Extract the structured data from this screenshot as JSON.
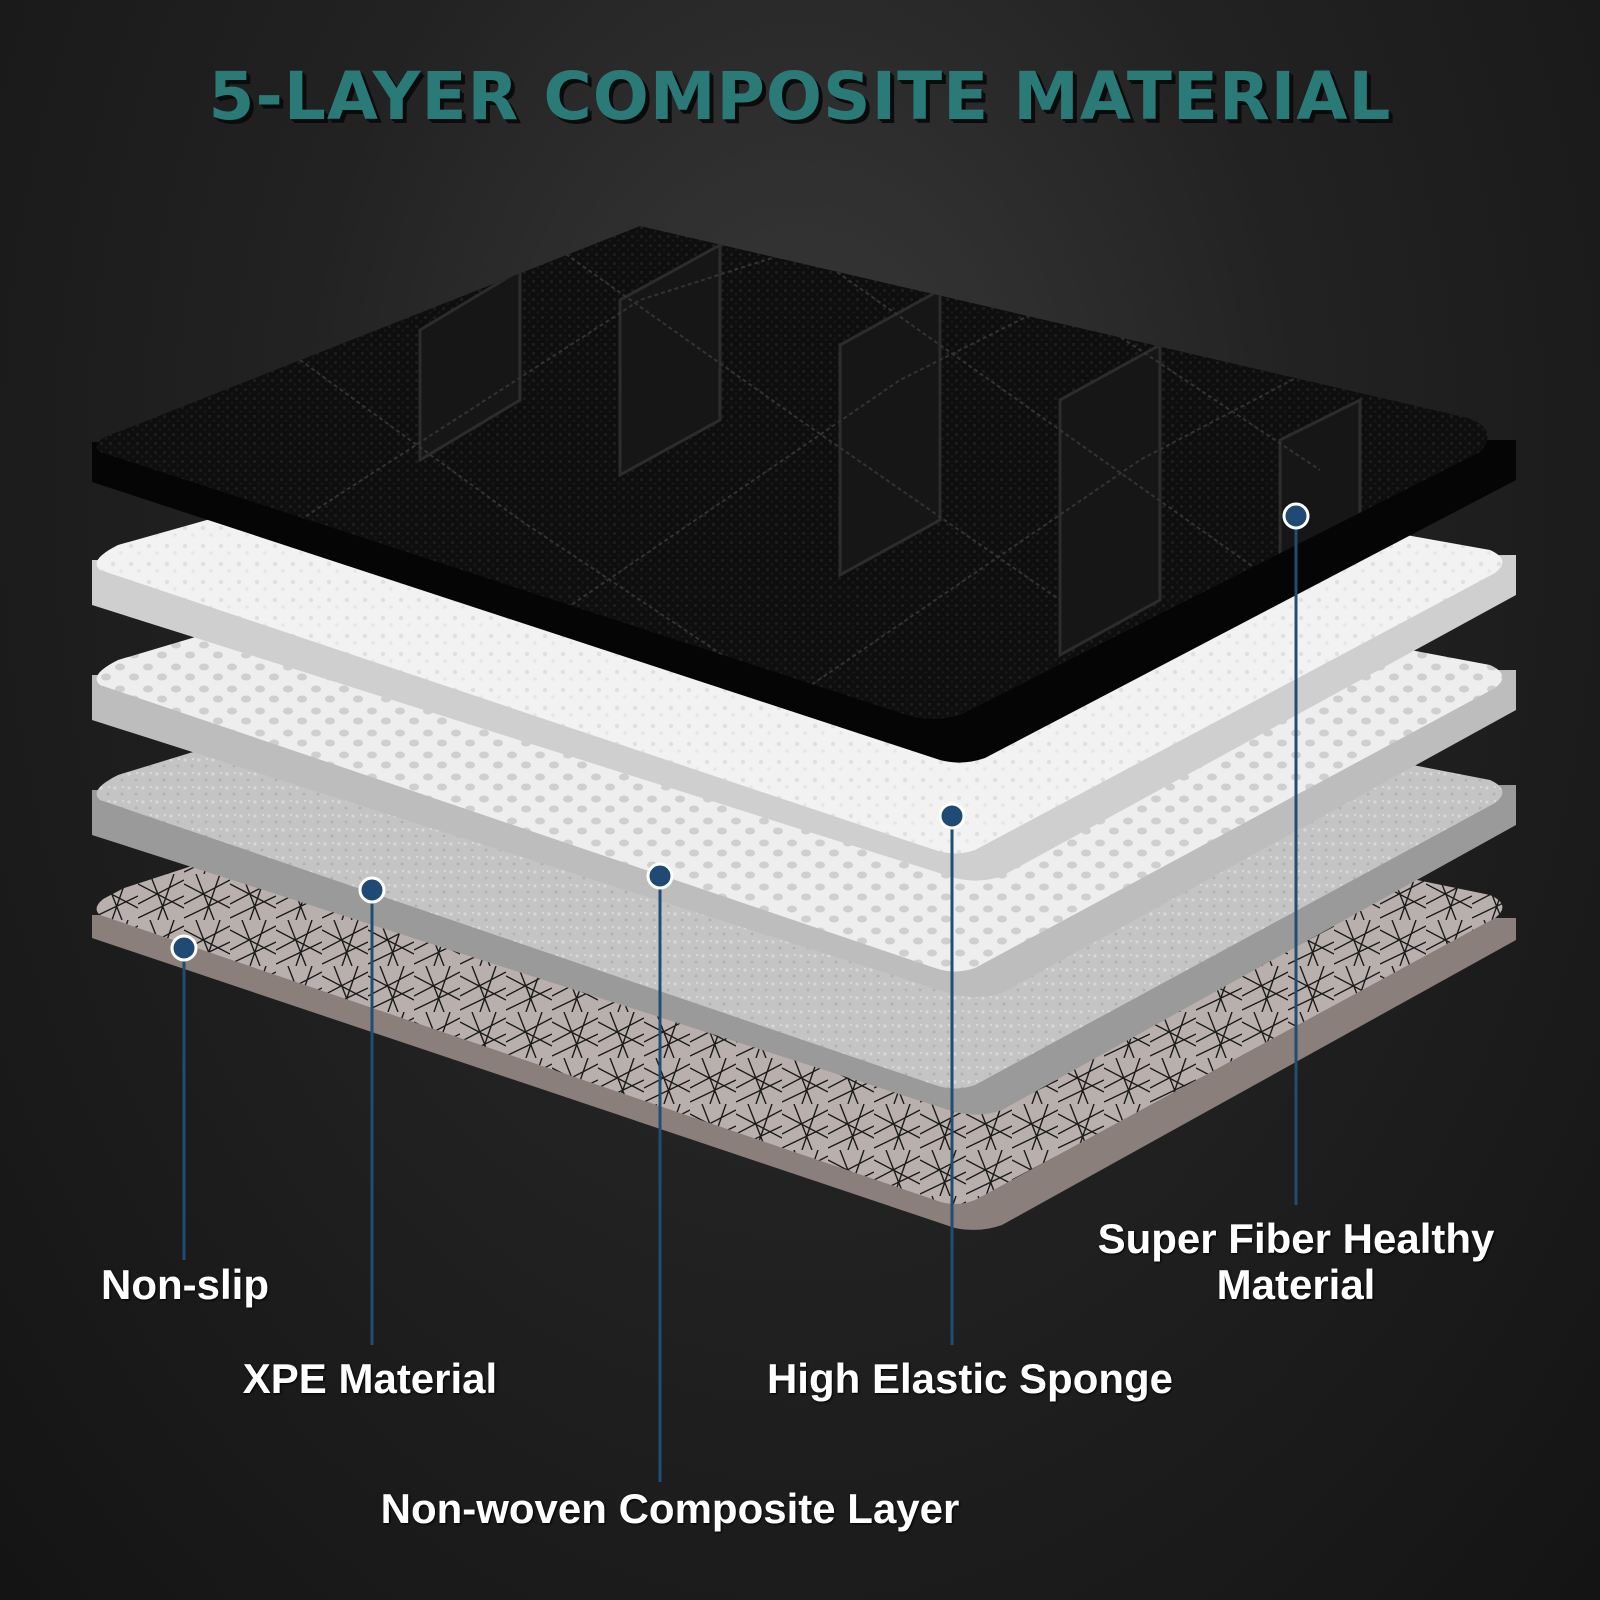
{
  "title": "5-LAYER COMPOSITE MATERIAL",
  "colors": {
    "title": "#2a7a78",
    "leader": "#1f4d73",
    "dot_fill": "#1e4a73",
    "dot_ring": "#ffffff",
    "label": "#ffffff"
  },
  "layers": [
    {
      "label": "Super Fiber Healthy Material",
      "label_lines": [
        "Super Fiber Healthy",
        "Material"
      ]
    },
    {
      "label": "High Elastic Sponge",
      "label_lines": [
        "High Elastic Sponge"
      ]
    },
    {
      "label": "Non-woven Composite Layer",
      "label_lines": [
        "Non-woven Composite Layer"
      ]
    },
    {
      "label": "XPE Material",
      "label_lines": [
        "XPE Material"
      ]
    },
    {
      "label": "Non-slip",
      "label_lines": [
        "Non-slip"
      ]
    }
  ]
}
